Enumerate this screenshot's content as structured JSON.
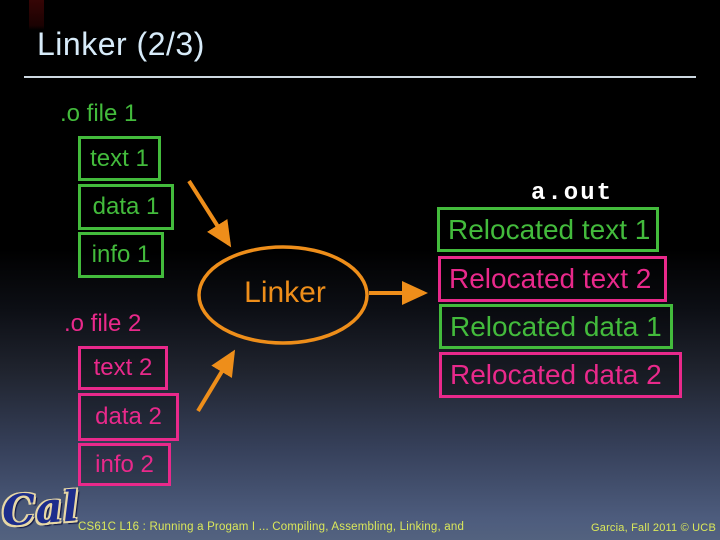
{
  "colors": {
    "green": "#43bb3c",
    "pink": "#e9298b",
    "orange": "#ee8e1a",
    "title": "#d7ebf9",
    "underline": "#dde9f3",
    "footer": "#dbe85a",
    "aout": "#ffffff",
    "calblue": "#1d2d8c",
    "caloutline": "#e7d7a5"
  },
  "header": {
    "title": "Linker (2/3)"
  },
  "diagram": {
    "file1": {
      "label": ".o file 1",
      "sections": [
        "text 1",
        "data 1",
        "info 1"
      ]
    },
    "file2": {
      "label": ".o file 2",
      "sections": [
        "text 2",
        "data 2",
        "info 2"
      ]
    },
    "linker_label": "Linker",
    "output": {
      "label": "a.out",
      "sections": [
        "Relocated text 1",
        "Relocated text 2",
        "Relocated data 1",
        "Relocated data 2"
      ]
    }
  },
  "footer": {
    "left": "CS61C L16 : Running a Progam I ... Compiling, Assembling, Linking, and",
    "right": "Garcia, Fall 2011 © UCB",
    "logo": "Cal"
  }
}
